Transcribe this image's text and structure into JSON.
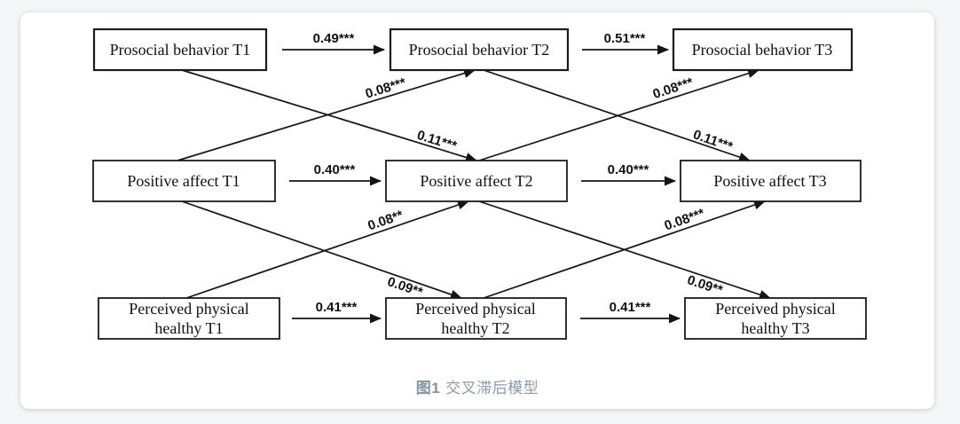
{
  "figure": {
    "caption_label": "图1",
    "caption_text": "交叉滞后模型"
  },
  "colors": {
    "highlight_box_border": "#2a4a8a",
    "box_border": "#1b1b1b",
    "arrow": "#141414",
    "caption": "#8b9aa9",
    "card_background": "#ffffff"
  },
  "diagram": {
    "boxes": [
      {
        "id": "prosocial-t1",
        "label": "Prosocial behavior T1",
        "highlight": true
      },
      {
        "id": "prosocial-t2",
        "label": "Prosocial behavior T2",
        "highlight": true
      },
      {
        "id": "prosocial-t3",
        "label": "Prosocial behavior T3",
        "highlight": true
      },
      {
        "id": "positive-affect-t1",
        "label": "Positive affect T1",
        "highlight": false
      },
      {
        "id": "positive-affect-t2",
        "label": "Positive affect T2",
        "highlight": false
      },
      {
        "id": "positive-affect-t3",
        "label": "Positive affect T3",
        "highlight": false
      },
      {
        "id": "perceived-healthy-t1",
        "lines": [
          "Perceived physical",
          "healthy T1"
        ],
        "highlight": false
      },
      {
        "id": "perceived-healthy-t2",
        "lines": [
          "Perceived physical",
          "healthy T2"
        ],
        "highlight": false
      },
      {
        "id": "perceived-healthy-t3",
        "lines": [
          "Perceived physical",
          "healthy T3"
        ],
        "highlight": false
      }
    ],
    "stability_paths": [
      {
        "from": "prosocial-t1",
        "to": "prosocial-t2",
        "label": "0.49***"
      },
      {
        "from": "prosocial-t2",
        "to": "prosocial-t3",
        "label": "0.51***"
      },
      {
        "from": "positive-affect-t1",
        "to": "positive-affect-t2",
        "label": "0.40***"
      },
      {
        "from": "positive-affect-t2",
        "to": "positive-affect-t3",
        "label": "0.40***"
      },
      {
        "from": "perceived-healthy-t1",
        "to": "perceived-healthy-t2",
        "label": "0.41***"
      },
      {
        "from": "perceived-healthy-t2",
        "to": "perceived-healthy-t3",
        "label": "0.41***"
      }
    ],
    "cross_paths": [
      {
        "from": "positive-affect-t1",
        "to": "prosocial-t2",
        "label": "0.08***"
      },
      {
        "from": "prosocial-t1",
        "to": "positive-affect-t2",
        "label": "0.11***"
      },
      {
        "from": "positive-affect-t2",
        "to": "prosocial-t3",
        "label": "0.08***"
      },
      {
        "from": "prosocial-t2",
        "to": "positive-affect-t3",
        "label": "0.11***"
      },
      {
        "from": "perceived-healthy-t1",
        "to": "positive-affect-t2",
        "label": "0.08**"
      },
      {
        "from": "positive-affect-t1",
        "to": "perceived-healthy-t2",
        "label": "0.09**"
      },
      {
        "from": "perceived-healthy-t2",
        "to": "positive-affect-t3",
        "label": "0.08***"
      },
      {
        "from": "positive-affect-t2",
        "to": "perceived-healthy-t3",
        "label": "0.09**"
      }
    ]
  }
}
